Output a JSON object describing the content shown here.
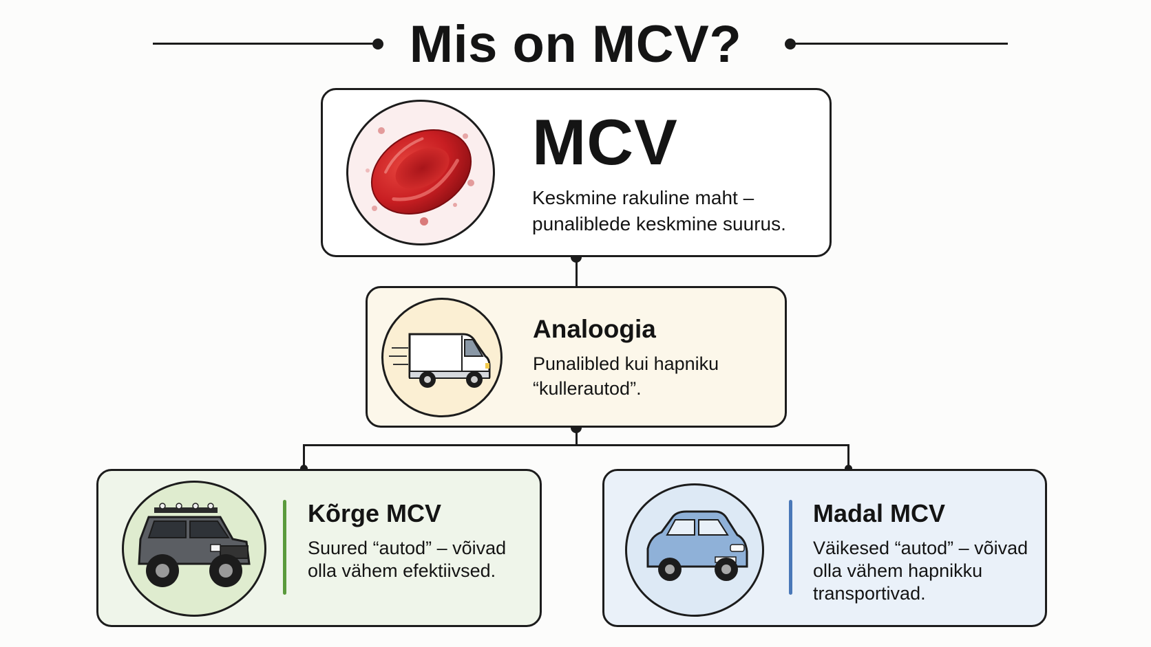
{
  "title": "Mis on MCV?",
  "mcv": {
    "heading": "MCV",
    "description_line1": "Keskmine rakuline maht –",
    "description_line2": "punaliblede keskmine suurus.",
    "icon": "red-blood-cell-icon"
  },
  "analogy": {
    "heading": "Analoogia",
    "description_line1": "Punalibled kui hapniku",
    "description_line2": "“kullerautod”.",
    "icon": "delivery-van-icon"
  },
  "high": {
    "heading": "Kõrge MCV",
    "description_line1": "Suured “autod” – võivad",
    "description_line2": "olla vähem efektiivsed.",
    "icon": "suv-icon",
    "accent_color": "#5a9a3c"
  },
  "low": {
    "heading": "Madal MCV",
    "description_line1": "Väikesed “autod” – võivad",
    "description_line2": "olla vähem hapnikku",
    "description_line3": "transportivad.",
    "icon": "small-car-icon",
    "accent_color": "#4a78b8"
  },
  "colors": {
    "blood_cell": "#c81e22",
    "analogy_bg": "#fcf7ea",
    "high_bg": "#eff5ea",
    "low_bg": "#eaf1f9"
  }
}
